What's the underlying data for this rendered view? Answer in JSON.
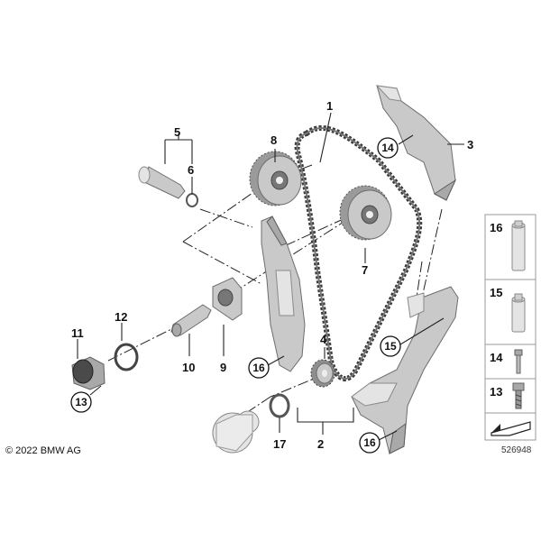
{
  "copyright": "© 2022 BMW AG",
  "reference_number": "526948",
  "callouts": {
    "c1": "1",
    "c2": "2",
    "c3": "3",
    "c4": "4",
    "c5": "5",
    "c6": "6",
    "c7": "7",
    "c8": "8",
    "c9": "9",
    "c10": "10",
    "c11": "11",
    "c12": "12",
    "c13": "13",
    "c14": "14",
    "c15": "15",
    "c16a": "16",
    "c16b": "16",
    "c17": "17"
  },
  "side_panel": {
    "p16": "16",
    "p15": "15",
    "p14": "14",
    "p13": "13"
  }
}
